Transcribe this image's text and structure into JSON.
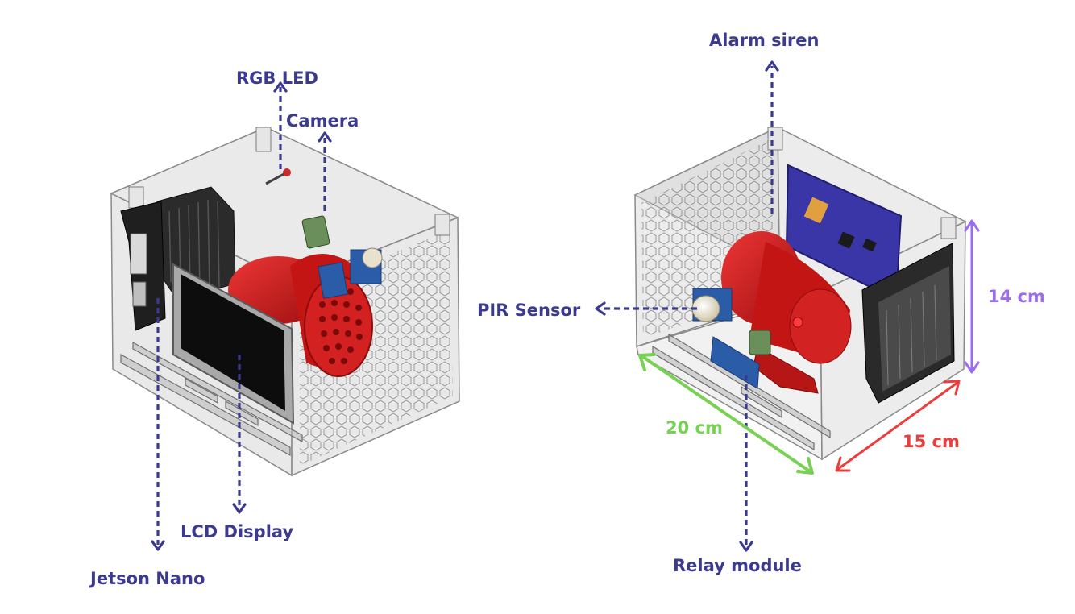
{
  "labels": {
    "rgb_led": "RGB LED",
    "camera": "Camera",
    "lcd_display": "LCD Display",
    "jetson_nano": "Jetson Nano",
    "alarm_siren": "Alarm siren",
    "pir_sensor": "PIR Sensor",
    "relay_module": "Relay module"
  },
  "dimensions": {
    "length": "20 cm",
    "width": "15 cm",
    "height": "14 cm"
  },
  "colors": {
    "label": "#3b3a8f",
    "length": "#77d152",
    "width": "#ee3b3b",
    "height": "#9a6cf0",
    "siren": "#d71f1f",
    "pcb": "#3a36a8",
    "enclosure": "#8a8a8a"
  }
}
